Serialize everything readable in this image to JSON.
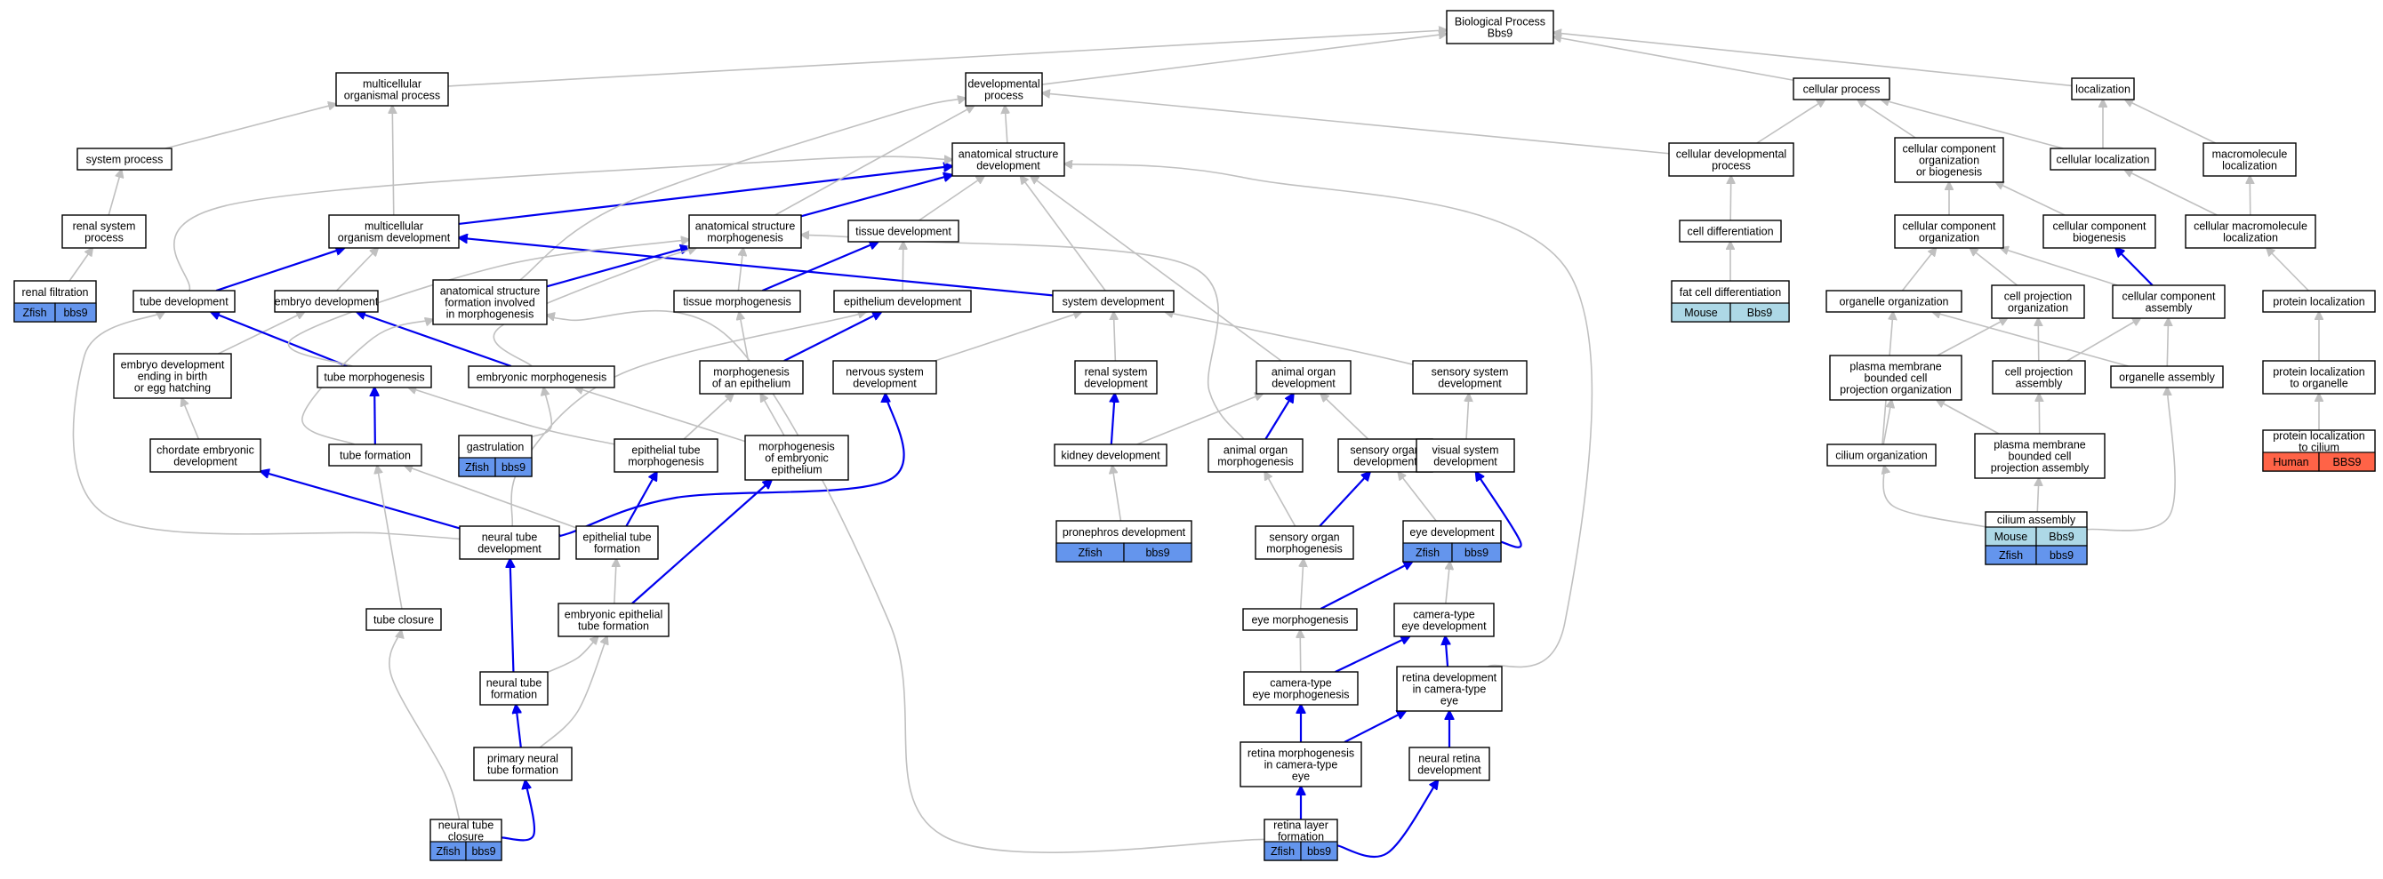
{
  "colors": {
    "zfish": "#6495ed",
    "mouse": "#add8e6",
    "human": "#ff6347",
    "gray_edge": "#c0c0c0",
    "blue_edge": "#0000ee"
  },
  "nodes": [
    {
      "id": "bp",
      "lines": [
        "Biological Process",
        "Bbs9"
      ]
    },
    {
      "id": "mop",
      "lines": [
        "multicellular",
        "organismal process"
      ]
    },
    {
      "id": "devp",
      "lines": [
        "developmental",
        "process"
      ]
    },
    {
      "id": "cellp",
      "lines": [
        "cellular process"
      ]
    },
    {
      "id": "loc",
      "lines": [
        "localization"
      ]
    },
    {
      "id": "sysp",
      "lines": [
        "system process"
      ]
    },
    {
      "id": "asd",
      "lines": [
        "anatomical structure",
        "development"
      ]
    },
    {
      "id": "cdp",
      "lines": [
        "cellular developmental",
        "process"
      ]
    },
    {
      "id": "ccob",
      "lines": [
        "cellular component",
        "organization",
        "or biogenesis"
      ]
    },
    {
      "id": "cloc",
      "lines": [
        "cellular localization"
      ]
    },
    {
      "id": "mloc",
      "lines": [
        "macromolecule",
        "localization"
      ]
    },
    {
      "id": "rsp",
      "lines": [
        "renal system",
        "process"
      ]
    },
    {
      "id": "mod",
      "lines": [
        "multicellular",
        "organism development"
      ]
    },
    {
      "id": "asm",
      "lines": [
        "anatomical structure",
        "morphogenesis"
      ]
    },
    {
      "id": "tisd",
      "lines": [
        "tissue development"
      ]
    },
    {
      "id": "celld",
      "lines": [
        "cell differentiation"
      ]
    },
    {
      "id": "cco",
      "lines": [
        "cellular component",
        "organization"
      ]
    },
    {
      "id": "ccb",
      "lines": [
        "cellular component",
        "biogenesis"
      ]
    },
    {
      "id": "cml",
      "lines": [
        "cellular macromolecule",
        "localization"
      ]
    },
    {
      "id": "rf",
      "lines": [
        "renal filtration"
      ],
      "cells": [
        {
          "species": "Zfish",
          "gene": "bbs9"
        }
      ]
    },
    {
      "id": "tubed",
      "lines": [
        "tube development"
      ]
    },
    {
      "id": "embd",
      "lines": [
        "embryo development"
      ]
    },
    {
      "id": "asfim",
      "lines": [
        "anatomical structure",
        "formation involved",
        "in morphogenesis"
      ]
    },
    {
      "id": "tism",
      "lines": [
        "tissue morphogenesis"
      ]
    },
    {
      "id": "epid",
      "lines": [
        "epithelium development"
      ]
    },
    {
      "id": "sysd",
      "lines": [
        "system development"
      ]
    },
    {
      "id": "fcd",
      "lines": [
        "fat cell differentiation"
      ],
      "cells": [
        {
          "species": "Mouse",
          "gene": "Bbs9"
        }
      ]
    },
    {
      "id": "orgo",
      "lines": [
        "organelle organization"
      ]
    },
    {
      "id": "cpo",
      "lines": [
        "cell projection",
        "organization"
      ]
    },
    {
      "id": "cca",
      "lines": [
        "cellular component",
        "assembly"
      ]
    },
    {
      "id": "protloc",
      "lines": [
        "protein localization"
      ]
    },
    {
      "id": "edbe",
      "lines": [
        "embryo development",
        "ending in birth",
        "or egg hatching"
      ]
    },
    {
      "id": "tubm",
      "lines": [
        "tube morphogenesis"
      ]
    },
    {
      "id": "embm",
      "lines": [
        "embryonic morphogenesis"
      ]
    },
    {
      "id": "moe",
      "lines": [
        "morphogenesis",
        "of an epithelium"
      ]
    },
    {
      "id": "nsd",
      "lines": [
        "nervous system",
        "development"
      ]
    },
    {
      "id": "rsd",
      "lines": [
        "renal system",
        "development"
      ]
    },
    {
      "id": "aod",
      "lines": [
        "animal organ",
        "development"
      ]
    },
    {
      "id": "ssd",
      "lines": [
        "sensory system",
        "development"
      ]
    },
    {
      "id": "pmbcpo",
      "lines": [
        "plasma membrane",
        "bounded cell",
        "projection organization"
      ]
    },
    {
      "id": "cpa",
      "lines": [
        "cell projection",
        "assembly"
      ]
    },
    {
      "id": "orga",
      "lines": [
        "organelle assembly"
      ]
    },
    {
      "id": "pto",
      "lines": [
        "protein localization",
        "to organelle"
      ]
    },
    {
      "id": "ced",
      "lines": [
        "chordate embryonic",
        "development"
      ]
    },
    {
      "id": "tubf",
      "lines": [
        "tube formation"
      ]
    },
    {
      "id": "gast",
      "lines": [
        "gastrulation"
      ],
      "cells": [
        {
          "species": "Zfish",
          "gene": "bbs9"
        }
      ]
    },
    {
      "id": "etm",
      "lines": [
        "epithelial tube",
        "morphogenesis"
      ]
    },
    {
      "id": "moee",
      "lines": [
        "morphogenesis",
        "of embryonic",
        "epithelium"
      ]
    },
    {
      "id": "kd",
      "lines": [
        "kidney development"
      ]
    },
    {
      "id": "aom",
      "lines": [
        "animal organ",
        "morphogenesis"
      ]
    },
    {
      "id": "sod",
      "lines": [
        "sensory organ",
        "development"
      ]
    },
    {
      "id": "vsd",
      "lines": [
        "visual system",
        "development"
      ]
    },
    {
      "id": "pmbcpa",
      "lines": [
        "plasma membrane",
        "bounded cell",
        "projection assembly"
      ]
    },
    {
      "id": "cilo",
      "lines": [
        "cilium organization"
      ]
    },
    {
      "id": "ptc",
      "lines": [
        "protein localization",
        "to cilium"
      ],
      "cells": [
        {
          "species": "Human",
          "gene": "BBS9"
        }
      ]
    },
    {
      "id": "ntd",
      "lines": [
        "neural tube",
        "development"
      ]
    },
    {
      "id": "etf",
      "lines": [
        "epithelial tube",
        "formation"
      ]
    },
    {
      "id": "prond",
      "lines": [
        "pronephros development"
      ],
      "cells": [
        {
          "species": "Zfish",
          "gene": "bbs9"
        }
      ]
    },
    {
      "id": "som",
      "lines": [
        "sensory organ",
        "morphogenesis"
      ]
    },
    {
      "id": "eyed",
      "lines": [
        "eye development"
      ],
      "cells": [
        {
          "species": "Zfish",
          "gene": "bbs9"
        }
      ]
    },
    {
      "id": "cila",
      "lines": [
        "cilium assembly"
      ],
      "cells": [
        {
          "species": "Mouse",
          "gene": "Bbs9"
        },
        {
          "species": "Zfish",
          "gene": "bbs9"
        }
      ]
    },
    {
      "id": "tubc",
      "lines": [
        "tube closure"
      ]
    },
    {
      "id": "eetf",
      "lines": [
        "embryonic epithelial",
        "tube formation"
      ]
    },
    {
      "id": "eyem",
      "lines": [
        "eye morphogenesis"
      ]
    },
    {
      "id": "cted",
      "lines": [
        "camera-type",
        "eye development"
      ]
    },
    {
      "id": "ntf",
      "lines": [
        "neural tube",
        "formation"
      ]
    },
    {
      "id": "ctem",
      "lines": [
        "camera-type",
        "eye morphogenesis"
      ]
    },
    {
      "id": "rdcte",
      "lines": [
        "retina development",
        "in camera-type",
        "eye"
      ]
    },
    {
      "id": "pntf",
      "lines": [
        "primary neural",
        "tube formation"
      ]
    },
    {
      "id": "rmcte",
      "lines": [
        "retina morphogenesis",
        "in camera-type",
        "eye"
      ]
    },
    {
      "id": "nrd",
      "lines": [
        "neural retina",
        "development"
      ]
    },
    {
      "id": "ntc",
      "lines": [
        "neural tube",
        "closure"
      ],
      "cells": [
        {
          "species": "Zfish",
          "gene": "bbs9"
        }
      ]
    },
    {
      "id": "rlf",
      "lines": [
        "retina layer",
        "formation"
      ],
      "cells": [
        {
          "species": "Zfish",
          "gene": "bbs9"
        }
      ]
    }
  ],
  "edges": [
    {
      "from": "mop",
      "to": "bp",
      "color": "gray"
    },
    {
      "from": "devp",
      "to": "bp",
      "color": "gray"
    },
    {
      "from": "cellp",
      "to": "bp",
      "color": "gray"
    },
    {
      "from": "loc",
      "to": "bp",
      "color": "gray"
    },
    {
      "from": "sysp",
      "to": "mop",
      "color": "gray"
    },
    {
      "from": "rsp",
      "to": "sysp",
      "color": "gray"
    },
    {
      "from": "rf",
      "to": "rsp",
      "color": "gray"
    },
    {
      "from": "asd",
      "to": "devp",
      "color": "gray"
    },
    {
      "from": "cdp",
      "to": "devp",
      "color": "gray"
    },
    {
      "from": "cdp",
      "to": "cellp",
      "color": "gray"
    },
    {
      "from": "ccob",
      "to": "cellp",
      "color": "gray"
    },
    {
      "from": "cloc",
      "to": "cellp",
      "color": "gray"
    },
    {
      "from": "cloc",
      "to": "loc",
      "color": "gray"
    },
    {
      "from": "mloc",
      "to": "loc",
      "color": "gray"
    },
    {
      "from": "mod",
      "to": "mop",
      "color": "gray"
    },
    {
      "from": "mod",
      "to": "asd",
      "color": "blue"
    },
    {
      "from": "asm",
      "to": "devp",
      "color": "gray"
    },
    {
      "from": "asm",
      "to": "asd",
      "color": "blue"
    },
    {
      "from": "tisd",
      "to": "asd",
      "color": "gray"
    },
    {
      "from": "celld",
      "to": "cdp",
      "color": "gray"
    },
    {
      "from": "fcd",
      "to": "celld",
      "color": "gray"
    },
    {
      "from": "cco",
      "to": "ccob",
      "color": "gray"
    },
    {
      "from": "ccb",
      "to": "ccob",
      "color": "gray"
    },
    {
      "from": "cml",
      "to": "cloc",
      "color": "gray"
    },
    {
      "from": "cml",
      "to": "mloc",
      "color": "gray"
    },
    {
      "from": "tubed",
      "to": "asd",
      "color": "gray"
    },
    {
      "from": "tubed",
      "to": "mod",
      "color": "blue"
    },
    {
      "from": "embd",
      "to": "mod",
      "color": "gray"
    },
    {
      "from": "asfim",
      "to": "devp",
      "color": "gray"
    },
    {
      "from": "asfim",
      "to": "asm",
      "color": "blue"
    },
    {
      "from": "tism",
      "to": "asm",
      "color": "gray"
    },
    {
      "from": "tism",
      "to": "tisd",
      "color": "blue"
    },
    {
      "from": "epid",
      "to": "tisd",
      "color": "gray"
    },
    {
      "from": "sysd",
      "to": "mod",
      "color": "blue"
    },
    {
      "from": "sysd",
      "to": "asd",
      "color": "gray"
    },
    {
      "from": "orgo",
      "to": "cco",
      "color": "gray"
    },
    {
      "from": "cpo",
      "to": "cco",
      "color": "gray"
    },
    {
      "from": "cca",
      "to": "cco",
      "color": "gray"
    },
    {
      "from": "cca",
      "to": "ccb",
      "color": "blue"
    },
    {
      "from": "protloc",
      "to": "cml",
      "color": "gray"
    },
    {
      "from": "edbe",
      "to": "embd",
      "color": "gray"
    },
    {
      "from": "tubm",
      "to": "tubed",
      "color": "blue"
    },
    {
      "from": "tubm",
      "to": "asm",
      "color": "gray"
    },
    {
      "from": "embm",
      "to": "embd",
      "color": "blue"
    },
    {
      "from": "embm",
      "to": "asm",
      "color": "gray"
    },
    {
      "from": "moe",
      "to": "tism",
      "color": "gray"
    },
    {
      "from": "moe",
      "to": "epid",
      "color": "blue"
    },
    {
      "from": "nsd",
      "to": "sysd",
      "color": "gray"
    },
    {
      "from": "rsd",
      "to": "sysd",
      "color": "gray"
    },
    {
      "from": "aod",
      "to": "asd",
      "color": "gray"
    },
    {
      "from": "ssd",
      "to": "sysd",
      "color": "gray"
    },
    {
      "from": "pmbcpo",
      "to": "cpo",
      "color": "gray"
    },
    {
      "from": "cpa",
      "to": "cpo",
      "color": "gray"
    },
    {
      "from": "cpa",
      "to": "cca",
      "color": "gray"
    },
    {
      "from": "orga",
      "to": "orgo",
      "color": "gray"
    },
    {
      "from": "orga",
      "to": "cca",
      "color": "gray"
    },
    {
      "from": "pto",
      "to": "protloc",
      "color": "gray"
    },
    {
      "from": "ced",
      "to": "edbe",
      "color": "gray"
    },
    {
      "from": "tubf",
      "to": "tubm",
      "color": "blue"
    },
    {
      "from": "tubf",
      "to": "asfim",
      "color": "gray"
    },
    {
      "from": "gast",
      "to": "embm",
      "color": "gray"
    },
    {
      "from": "etm",
      "to": "tubm",
      "color": "gray"
    },
    {
      "from": "etm",
      "to": "moe",
      "color": "gray"
    },
    {
      "from": "moee",
      "to": "moe",
      "color": "gray"
    },
    {
      "from": "moee",
      "to": "embm",
      "color": "gray"
    },
    {
      "from": "kd",
      "to": "rsd",
      "color": "blue"
    },
    {
      "from": "kd",
      "to": "aod",
      "color": "gray"
    },
    {
      "from": "aom",
      "to": "aod",
      "color": "blue"
    },
    {
      "from": "aom",
      "to": "asm",
      "color": "gray"
    },
    {
      "from": "sod",
      "to": "aod",
      "color": "gray"
    },
    {
      "from": "vsd",
      "to": "ssd",
      "color": "gray"
    },
    {
      "from": "pmbcpa",
      "to": "pmbcpo",
      "color": "gray"
    },
    {
      "from": "pmbcpa",
      "to": "cpa",
      "color": "gray"
    },
    {
      "from": "cilo",
      "to": "orgo",
      "color": "gray"
    },
    {
      "from": "cilo",
      "to": "pmbcpo",
      "color": "gray"
    },
    {
      "from": "ptc",
      "to": "pto",
      "color": "gray"
    },
    {
      "from": "ntd",
      "to": "ced",
      "color": "blue"
    },
    {
      "from": "ntd",
      "to": "tubed",
      "color": "gray"
    },
    {
      "from": "ntd",
      "to": "nsd",
      "color": "blue"
    },
    {
      "from": "ntd",
      "to": "epid",
      "color": "gray"
    },
    {
      "from": "etf",
      "to": "tubf",
      "color": "gray"
    },
    {
      "from": "etf",
      "to": "etm",
      "color": "blue"
    },
    {
      "from": "prond",
      "to": "kd",
      "color": "gray"
    },
    {
      "from": "som",
      "to": "aom",
      "color": "gray"
    },
    {
      "from": "som",
      "to": "sod",
      "color": "blue"
    },
    {
      "from": "eyed",
      "to": "sod",
      "color": "gray"
    },
    {
      "from": "eyed",
      "to": "vsd",
      "color": "blue"
    },
    {
      "from": "cila",
      "to": "cilo",
      "color": "gray"
    },
    {
      "from": "cila",
      "to": "pmbcpa",
      "color": "gray"
    },
    {
      "from": "cila",
      "to": "orga",
      "color": "gray"
    },
    {
      "from": "tubc",
      "to": "tubf",
      "color": "gray"
    },
    {
      "from": "eetf",
      "to": "etf",
      "color": "gray"
    },
    {
      "from": "eetf",
      "to": "moee",
      "color": "blue"
    },
    {
      "from": "eyem",
      "to": "som",
      "color": "gray"
    },
    {
      "from": "eyem",
      "to": "eyed",
      "color": "blue"
    },
    {
      "from": "cted",
      "to": "eyed",
      "color": "gray"
    },
    {
      "from": "ntf",
      "to": "ntd",
      "color": "blue"
    },
    {
      "from": "ntf",
      "to": "eetf",
      "color": "gray"
    },
    {
      "from": "ctem",
      "to": "eyem",
      "color": "gray"
    },
    {
      "from": "ctem",
      "to": "cted",
      "color": "blue"
    },
    {
      "from": "rdcte",
      "to": "cted",
      "color": "blue"
    },
    {
      "from": "rdcte",
      "to": "asd",
      "color": "gray"
    },
    {
      "from": "pntf",
      "to": "ntf",
      "color": "blue"
    },
    {
      "from": "pntf",
      "to": "eetf",
      "color": "gray"
    },
    {
      "from": "rmcte",
      "to": "ctem",
      "color": "blue"
    },
    {
      "from": "rmcte",
      "to": "rdcte",
      "color": "blue"
    },
    {
      "from": "nrd",
      "to": "rdcte",
      "color": "blue"
    },
    {
      "from": "ntc",
      "to": "pntf",
      "color": "blue"
    },
    {
      "from": "ntc",
      "to": "tubc",
      "color": "gray"
    },
    {
      "from": "rlf",
      "to": "rmcte",
      "color": "blue"
    },
    {
      "from": "rlf",
      "to": "nrd",
      "color": "blue"
    },
    {
      "from": "rlf",
      "to": "asfim",
      "color": "gray"
    }
  ]
}
